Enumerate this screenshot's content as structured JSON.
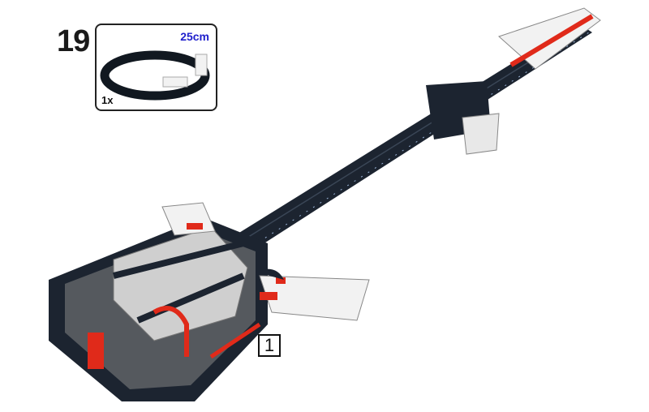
{
  "step": {
    "number": "19"
  },
  "parts_callout": {
    "items": [
      {
        "part": "cable",
        "length_label": "25cm",
        "quantity": "1x",
        "color": "#111820"
      }
    ]
  },
  "sub_step_callout": {
    "label": "1"
  },
  "colors": {
    "beam": "#1c2430",
    "frame": "#55595e",
    "accent": "#e02a1a",
    "light": "#d8d8d8"
  }
}
